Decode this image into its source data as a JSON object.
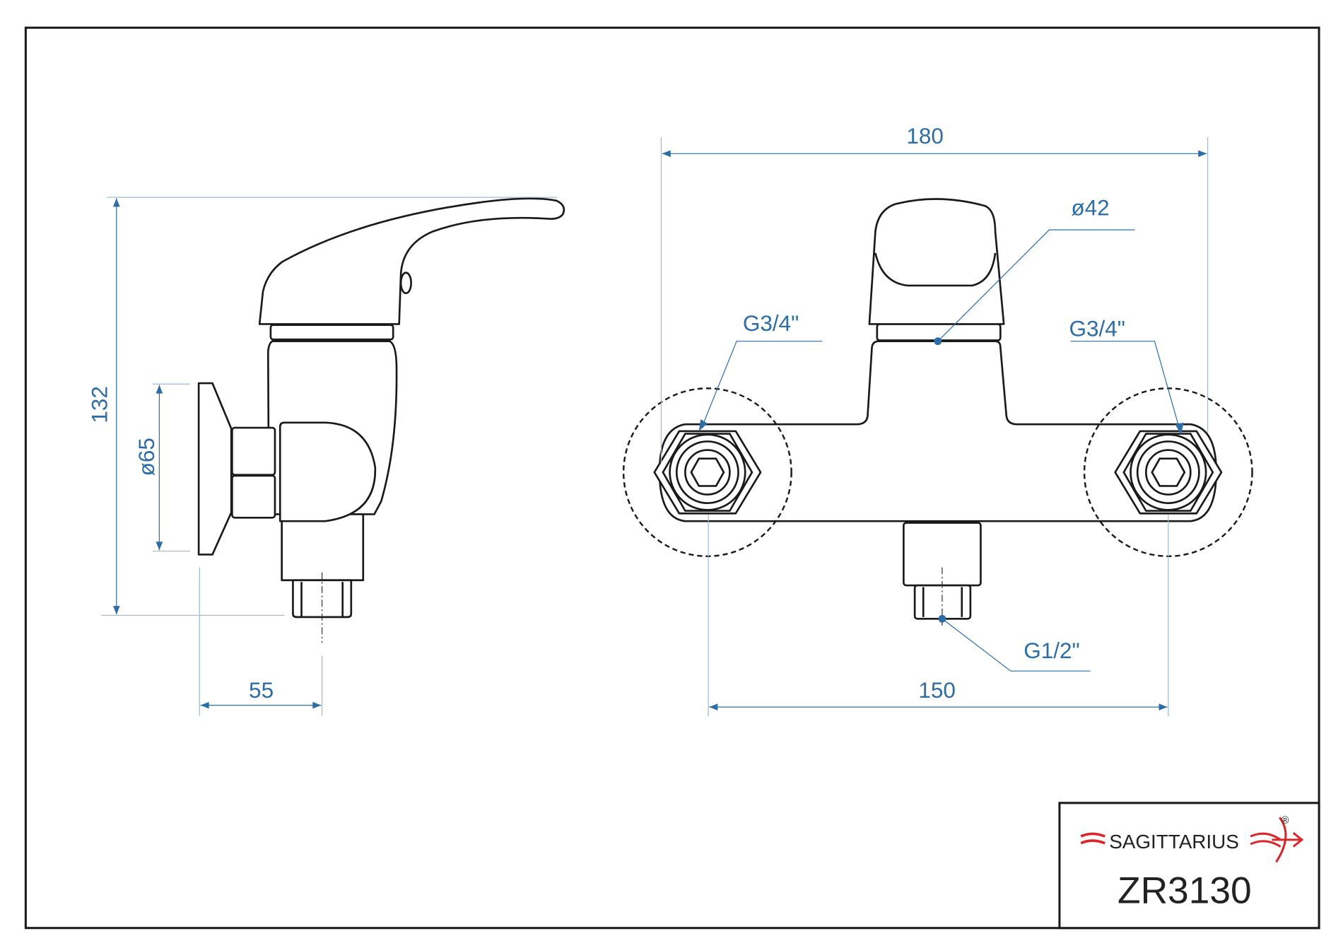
{
  "drawing": {
    "side_view": {
      "height_dim": "132",
      "flange_diameter_dim": "ø65",
      "depth_dim": "55"
    },
    "front_view": {
      "width_dim": "180",
      "center_distance_dim": "150",
      "cartridge_diameter_dim": "ø42",
      "inlet_left_thread": "G3/4\"",
      "inlet_right_thread": "G3/4\"",
      "outlet_thread": "G1/2\""
    },
    "title_block": {
      "brand": "SAGITTARIUS",
      "registered_mark": "®",
      "model": "ZR3130",
      "brand_color": "#d8262b"
    }
  }
}
